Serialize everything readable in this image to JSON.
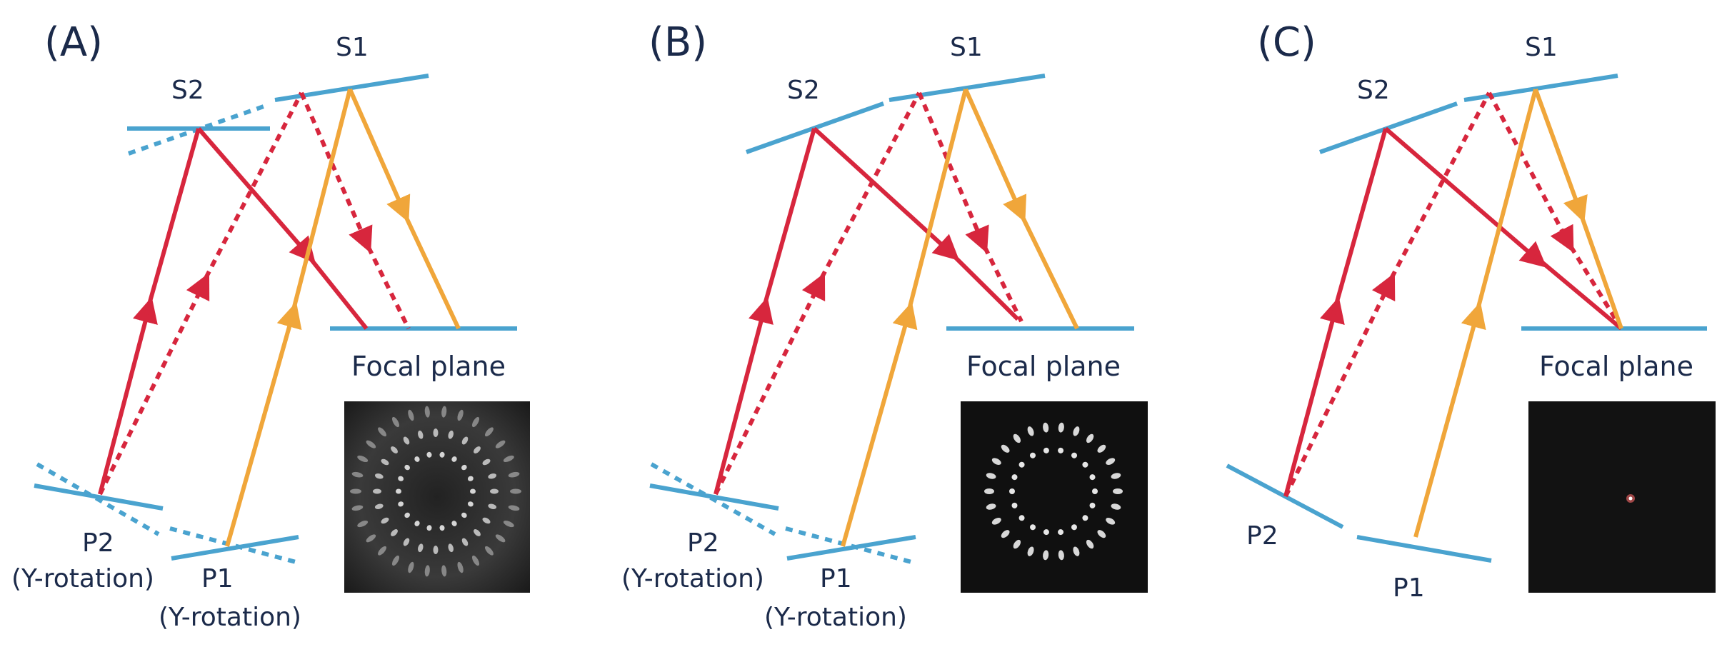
{
  "colors": {
    "mirror": "#4aa3cf",
    "beam_red": "#d7263d",
    "beam_orange": "#f0a63a",
    "label_text": "#1b2a4a"
  },
  "panels": [
    {
      "label": "(A)",
      "s1": "S1",
      "s2": "S2",
      "focal": "Focal plane",
      "p2": "P2",
      "p2_sub": "(Y-rotation)",
      "p1": "P1",
      "p1_sub": "(Y-rotation)",
      "inset": "rings-dim"
    },
    {
      "label": "(B)",
      "s1": "S1",
      "s2": "S2",
      "focal": "Focal plane",
      "p2": "P2",
      "p2_sub": "(Y-rotation)",
      "p1": "P1",
      "p1_sub": "(Y-rotation)",
      "inset": "rings-clear"
    },
    {
      "label": "(C)",
      "s1": "S1",
      "s2": "S2",
      "focal": "Focal plane",
      "p2": "P2",
      "p1": "P1",
      "inset": "single-spot"
    }
  ]
}
